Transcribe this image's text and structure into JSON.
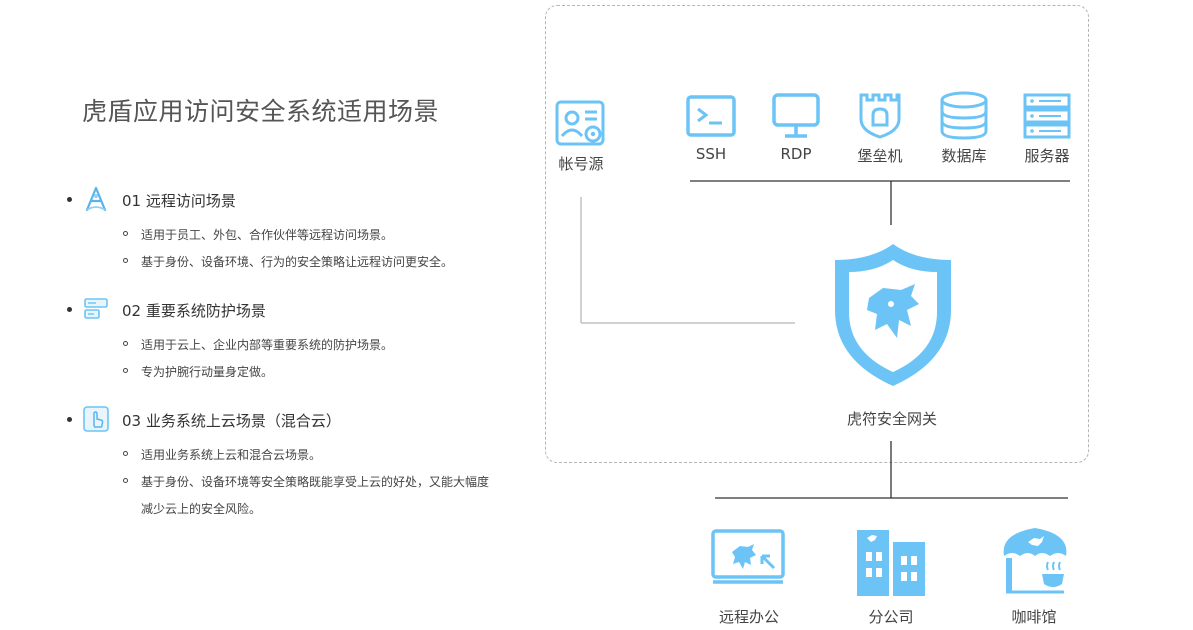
{
  "title": "虎盾应用访问安全系统适用场景",
  "scenarios": [
    {
      "title": "01 远程访问场景",
      "icon": "remote-access-icon",
      "items": [
        "适用于员工、外包、合作伙伴等远程访问场景。",
        "基于身份、设备环境、行为的安全策略让远程访问更安全。"
      ]
    },
    {
      "title": "02 重要系统防护场景",
      "icon": "system-protection-icon",
      "items": [
        "适用于云上、企业内部等重要系统的防护场景。",
        "专为护腕行动量身定做。"
      ]
    },
    {
      "title": "03 业务系统上云场景（混合云）",
      "icon": "cloud-migration-icon",
      "items": [
        "适用业务系统上云和混合云场景。",
        "基于身份、设备环境等安全策略既能享受上云的好处，又能大幅度",
        "减少云上的安全风险。"
      ]
    }
  ],
  "diagram": {
    "account_source": "帐号源",
    "resources": [
      "SSH",
      "RDP",
      "堡垒机",
      "数据库",
      "服务器"
    ],
    "gateway": "虎符安全网关",
    "clients": [
      "远程办公",
      "分公司",
      "咖啡馆"
    ]
  },
  "colors": {
    "accent": "#6cc3f5",
    "line": "#333333",
    "dash": "#b5b5b5"
  }
}
